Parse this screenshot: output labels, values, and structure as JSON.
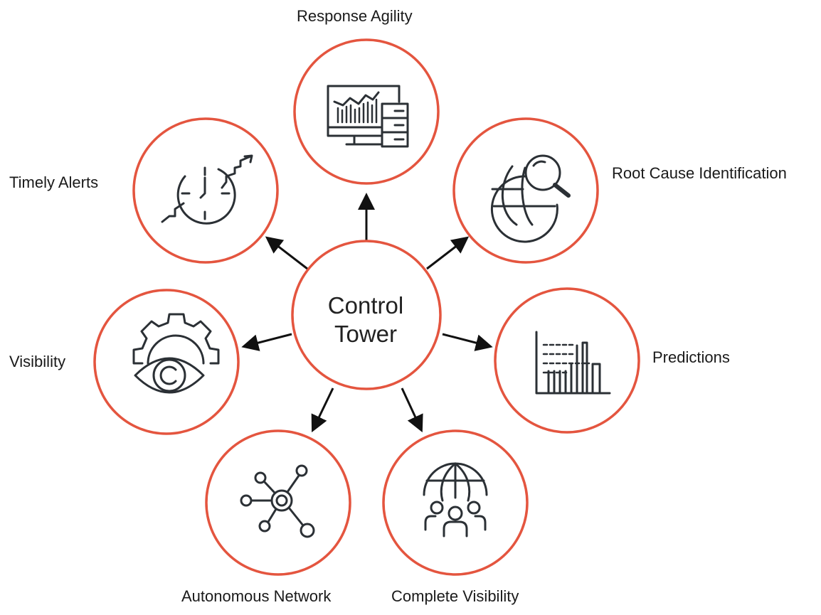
{
  "center": {
    "line1": "Control",
    "line2": "Tower"
  },
  "nodes": [
    {
      "id": "response-agility",
      "label": "Response Agility",
      "icon": "monitor-dashboard-icon"
    },
    {
      "id": "root-cause-identification",
      "label": "Root Cause Identification",
      "icon": "globe-search-icon"
    },
    {
      "id": "predictions",
      "label": "Predictions",
      "icon": "bar-chart-icon"
    },
    {
      "id": "complete-visibility",
      "label": "Complete Visibility",
      "icon": "globe-people-icon"
    },
    {
      "id": "autonomous-network",
      "label": "Autonomous Network",
      "icon": "network-nodes-icon"
    },
    {
      "id": "visibility",
      "label": "Visibility",
      "icon": "gear-eye-icon"
    },
    {
      "id": "timely-alerts",
      "label": "Timely Alerts",
      "icon": "clock-trend-icon"
    }
  ],
  "colors": {
    "ring": "#e4553f",
    "icon": "#2b3035",
    "arrow": "#111111",
    "text": "#1a1a1a"
  }
}
